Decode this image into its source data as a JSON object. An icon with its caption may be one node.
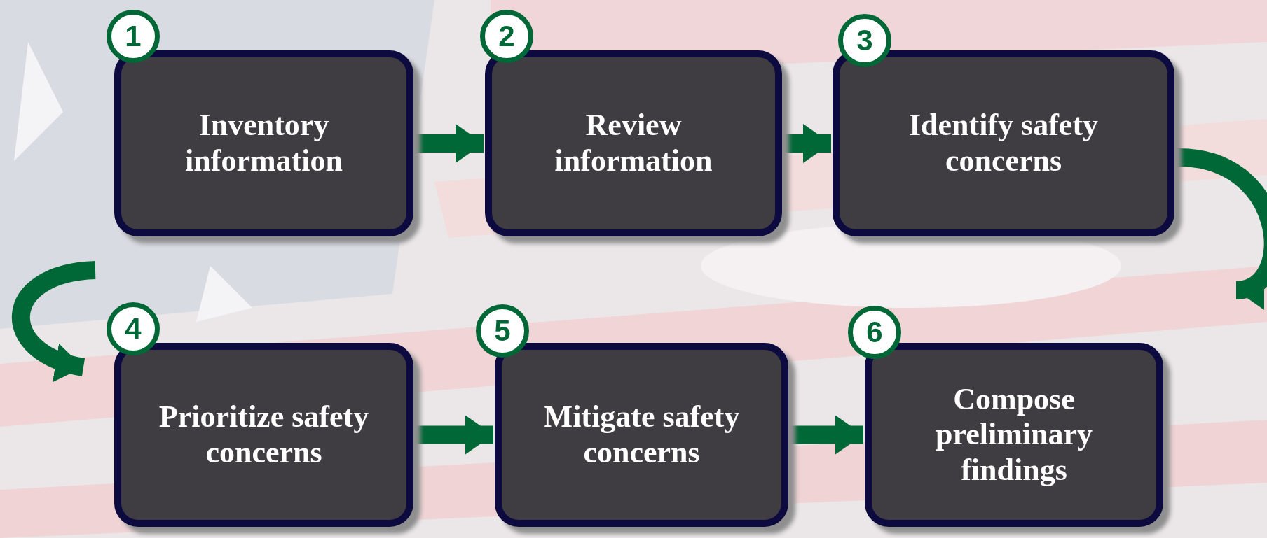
{
  "diagram": {
    "nodes": [
      {
        "text": [
          "1"
        ]
      },
      {
        "text": [
          "Inventory information"
        ]
      },
      {
        "text": [
          "2"
        ]
      },
      {
        "text": [
          "Review information"
        ]
      },
      {
        "text": [
          "3"
        ]
      },
      {
        "text": [
          "Identify safety concerns"
        ]
      },
      {
        "text": [
          "4"
        ]
      },
      {
        "text": [
          "Prioritize safety concerns"
        ]
      },
      {
        "text": [
          "5"
        ]
      },
      {
        "text": [
          "Mitigate safety concerns"
        ]
      },
      {
        "text": [
          "6"
        ]
      },
      {
        "text": [
          "Compose preliminary findings"
        ]
      }
    ],
    "edges": [
      {
        "from": 1,
        "to": 3,
        "arrow": "to"
      },
      {
        "from": 3,
        "to": 5,
        "arrow": "to"
      },
      {
        "from": 5,
        "to": null,
        "arrow": "to"
      },
      {
        "from": null,
        "to": 7,
        "arrow": "to"
      },
      {
        "from": 7,
        "to": 9,
        "arrow": "to"
      },
      {
        "from": 9,
        "to": 11,
        "arrow": "to"
      }
    ]
  }
}
